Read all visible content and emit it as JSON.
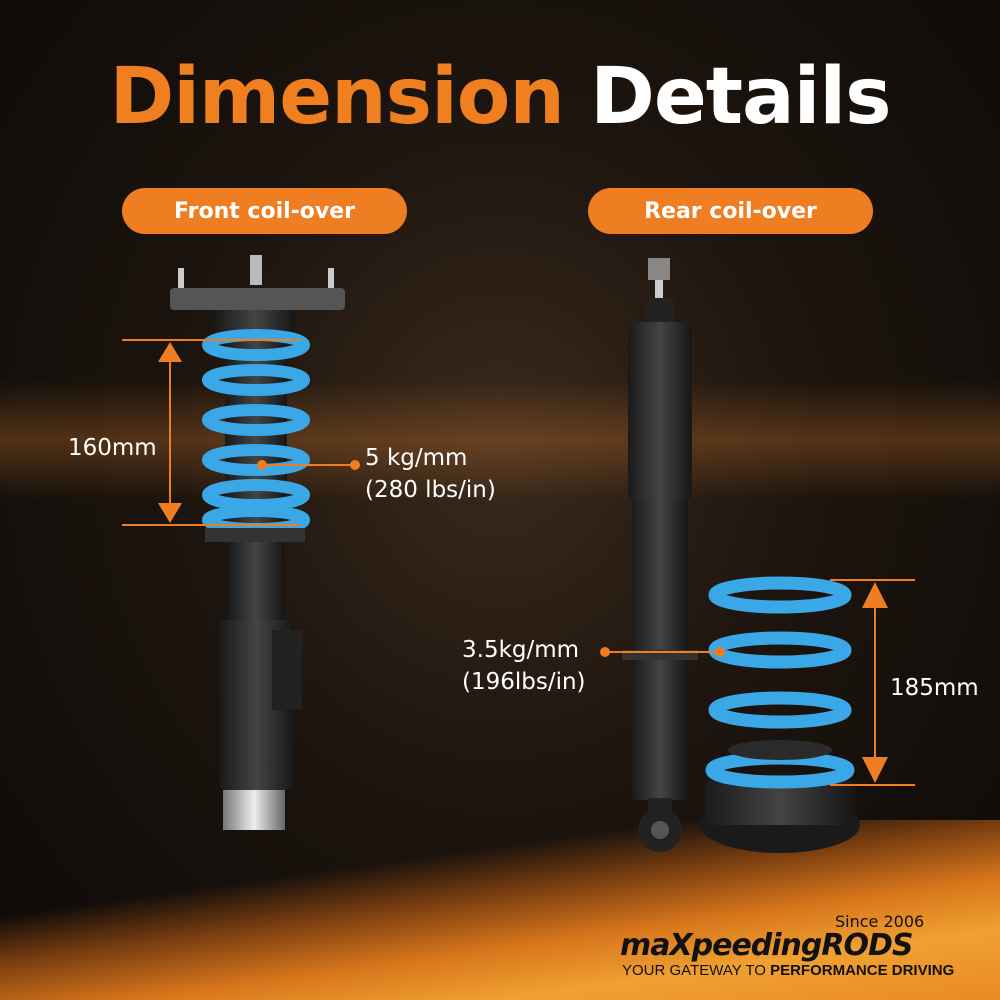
{
  "title": {
    "part1": "Dimension",
    "part2": "Details"
  },
  "front": {
    "label": "Front coil-over",
    "length": "160mm",
    "rate": "5 kg/mm",
    "rate_imperial": "(280 lbs/in)"
  },
  "rear": {
    "label": "Rear coil-over",
    "length": "185mm",
    "rate": "3.5kg/mm",
    "rate_imperial": "(196lbs/in)"
  },
  "brand": {
    "name": "maXpeedingRODS",
    "since": "Since 2006",
    "tagline_light": "YOUR GATEWAY TO",
    "tagline_bold": "PERFORMANCE DRIVING"
  },
  "colors": {
    "accent": "#ef7d22",
    "spring": "#3aa8e6",
    "text": "#ffffff"
  }
}
